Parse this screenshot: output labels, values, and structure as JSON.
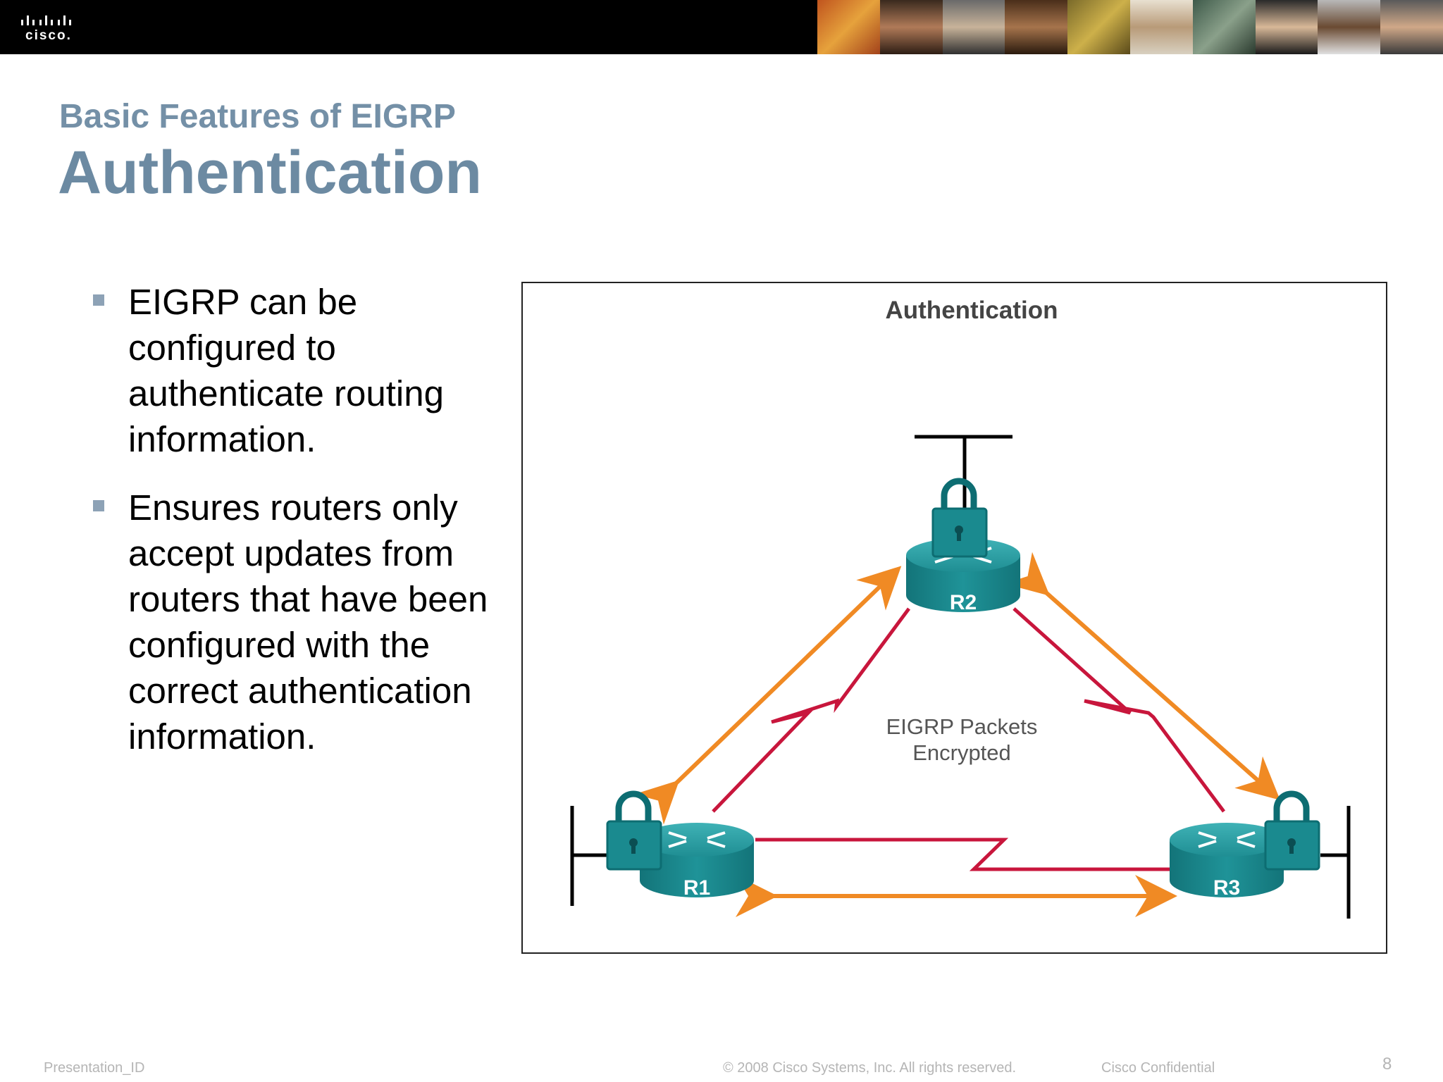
{
  "header": {
    "logo_text": "cisco."
  },
  "slide": {
    "subtitle": "Basic Features of EIGRP",
    "title": "Authentication",
    "bullets": [
      "EIGRP can be configured to authenticate routing information.",
      "Ensures routers only accept updates from routers that have been configured with the correct authentication information."
    ]
  },
  "diagram": {
    "title": "Authentication",
    "center_label_line1": "EIGRP Packets",
    "center_label_line2": "Encrypted",
    "routers": [
      "R1",
      "R2",
      "R3"
    ],
    "colors": {
      "router": "#1a8a8f",
      "link": "#c8163c",
      "arrow": "#f08a24"
    }
  },
  "footer": {
    "presentation_id": "Presentation_ID",
    "copyright": "© 2008 Cisco Systems, Inc. All rights reserved.",
    "confidential": "Cisco Confidential",
    "page_number": "8"
  }
}
